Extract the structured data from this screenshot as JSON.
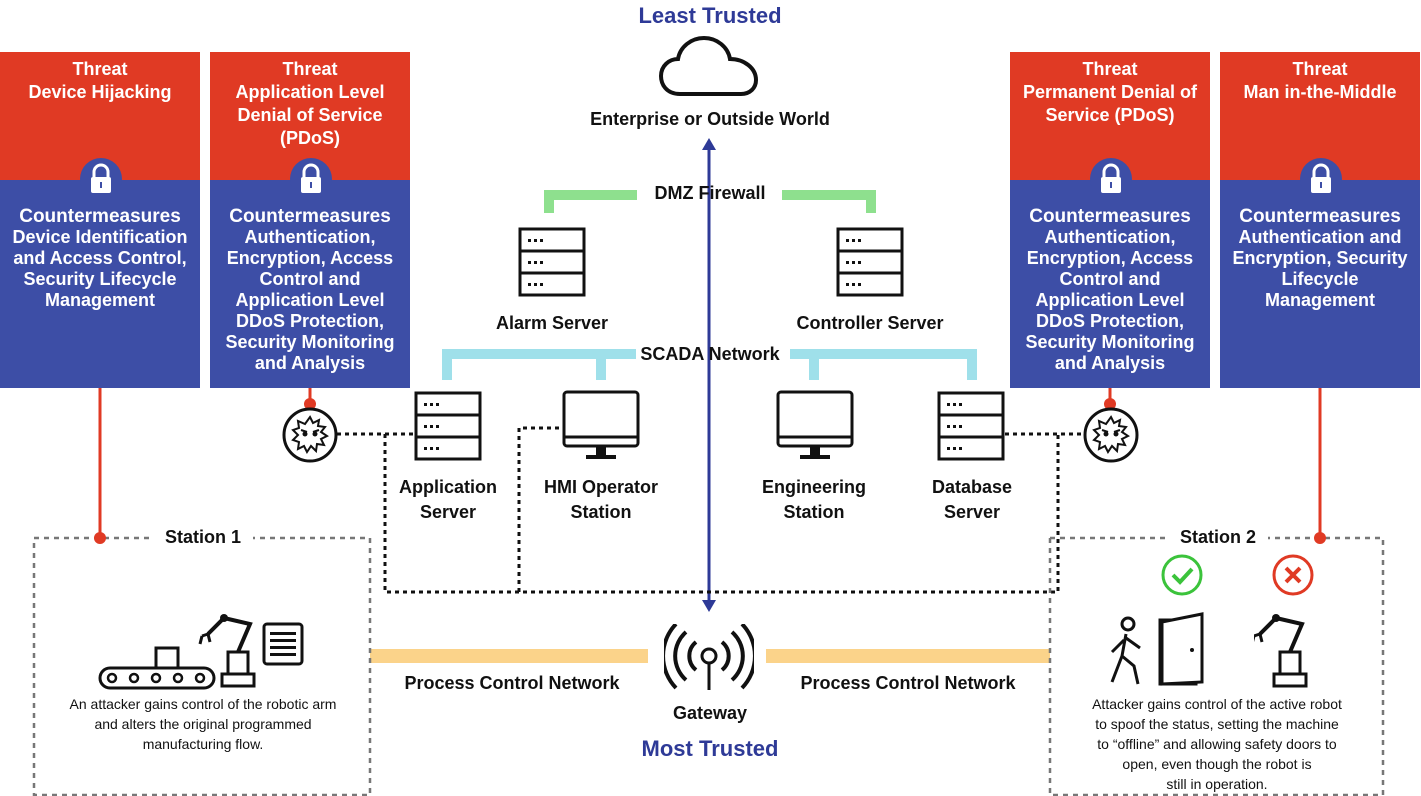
{
  "header": {
    "least_trusted": "Least Trusted",
    "most_trusted": "Most Trusted"
  },
  "cloud": {
    "label": "Enterprise or Outside World"
  },
  "dmz": {
    "label": "DMZ Firewall"
  },
  "scada": {
    "label": "SCADA Network"
  },
  "servers": {
    "alarm": "Alarm Server",
    "controller": "Controller Server",
    "application": "Application\nServer",
    "hmi": "HMI Operator\nStation",
    "engineering": "Engineering\nStation",
    "database": "Database\nServer"
  },
  "cards": [
    {
      "threat_title": "Threat",
      "threat": "Device Hijacking",
      "counter_title": "Countermeasures",
      "counter": "Device Identification\nand Access Control,\nSecurity Lifecycle\nManagement"
    },
    {
      "threat_title": "Threat",
      "threat": "Application Level\nDenial of Service\n(PDoS)",
      "counter_title": "Countermeasures",
      "counter": "Authentication,\nEncryption, Access\nControl and\nApplication Level\nDDoS Protection,\nSecurity Monitoring\nand Analysis"
    },
    {
      "threat_title": "Threat",
      "threat": "Permanent Denial of\nService (PDoS)",
      "counter_title": "Countermeasures",
      "counter": "Authentication,\nEncryption, Access\nControl and\nApplication Level\nDDoS Protection,\nSecurity Monitoring\nand Analysis"
    },
    {
      "threat_title": "Threat",
      "threat": "Man in-the-Middle",
      "counter_title": "Countermeasures",
      "counter": "Authentication and\nEncryption, Security\nLifecycle\nManagement"
    }
  ],
  "station1": {
    "title": "Station 1",
    "description": "An attacker gains control of the robotic arm\nand alters the original programmed\nmanufacturing flow."
  },
  "station2": {
    "title": "Station 2",
    "description": "Attacker gains control of the active robot\nto spoof the status, setting the machine\nto “offline” and allowing safety doors to\nopen, even though the robot is\nstill in operation."
  },
  "network": {
    "pcn_left": "Process Control Network",
    "pcn_right": "Process Control Network",
    "gateway": "Gateway"
  },
  "colors": {
    "threat": "#e03a24",
    "counter": "#3d4ea6",
    "dmz": "#8ee08e",
    "scada": "#9fe0ea",
    "pcn": "#fbd38a",
    "arrow": "#2e3a97"
  }
}
